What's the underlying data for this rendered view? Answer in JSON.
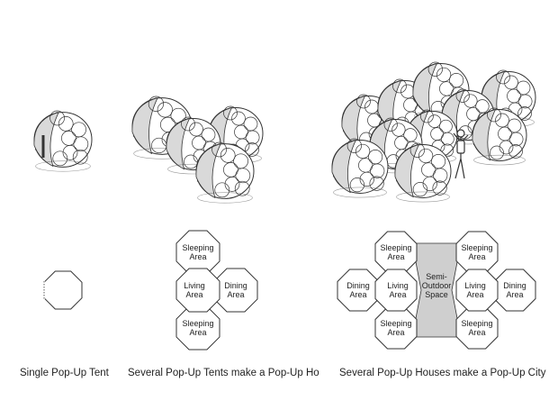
{
  "captions": {
    "tent": "Single Pop-Up Tent",
    "house": "Several Pop-Up Tents make a Pop-Up House",
    "city": "Several Pop-Up Houses make a Pop-Up City"
  },
  "house_plan": {
    "top": [
      "Sleeping",
      "Area"
    ],
    "left": [
      "Living",
      "Area"
    ],
    "right": [
      "Dining",
      "Area"
    ],
    "bottom": [
      "Sleeping",
      "Area"
    ]
  },
  "city_plan": {
    "a_top": [
      "Sleeping",
      "Area"
    ],
    "a_left": [
      "Dining",
      "Area"
    ],
    "a_center": [
      "Living",
      "Area"
    ],
    "a_bottom": [
      "Sleeping",
      "Area"
    ],
    "courtyard": [
      "Semi-",
      "Outdoor",
      "Space"
    ],
    "b_top": [
      "Sleeping",
      "Area"
    ],
    "b_center": [
      "Living",
      "Area"
    ],
    "b_right": [
      "Dining",
      "Area"
    ],
    "b_bottom": [
      "Sleeping",
      "Area"
    ]
  },
  "colors": {
    "line": "#333333",
    "dome_fill": "#ffffff",
    "dome_shade": "#d9d9d9",
    "courtyard": "#cfcfcf"
  }
}
